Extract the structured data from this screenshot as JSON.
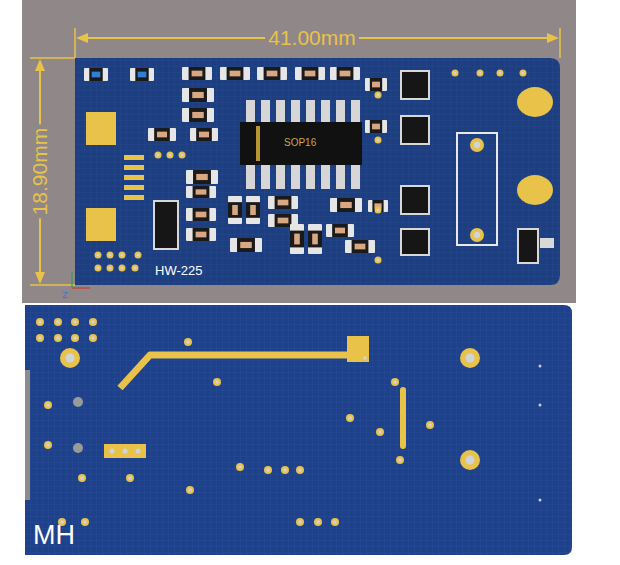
{
  "diagram": {
    "nodes": [
      {
        "text": [
          "HW-225"
        ]
      },
      {
        "text": [
          "SOP16"
        ],
        "in": 0
      },
      {
        "text": [
          "MH"
        ]
      }
    ],
    "labels": [
      "41.00mm",
      "18.90mm",
      "Z"
    ]
  }
}
